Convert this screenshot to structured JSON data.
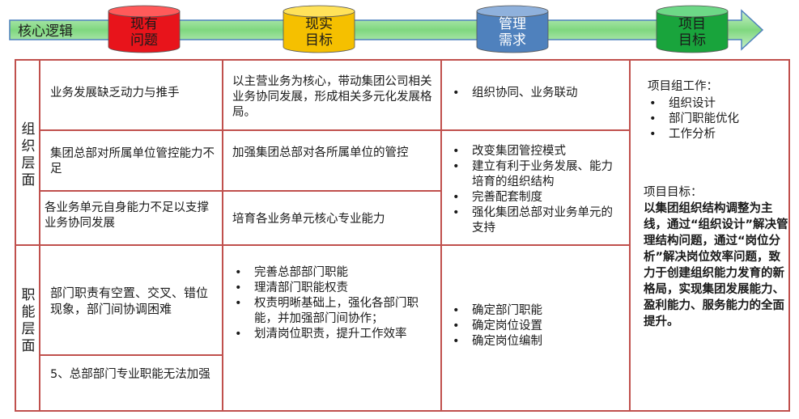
{
  "arrow": {
    "label": "核心逻辑"
  },
  "stages": [
    {
      "label": "现有\n问题",
      "color": "#e8141b",
      "top": "#ff5a5a",
      "text": "#1a1a1a"
    },
    {
      "label": "现实\n目标",
      "color": "#f5c000",
      "top": "#ffe25a",
      "text": "#1a1a1a"
    },
    {
      "label": "管理\n需求",
      "color": "#4f81bd",
      "top": "#8fb1dc",
      "text": "#ffffff"
    },
    {
      "label": "项目\n目标",
      "color": "#19a43c",
      "top": "#6dd887",
      "text": "#1a1a1a"
    }
  ],
  "layers": {
    "org": "组织层面",
    "func": "职能层面"
  },
  "problems": [
    "业务发展缺乏动力与推手",
    "集团总部对所属单位管控能力不足",
    "各业务单元自身能力不足以支撑业务协同发展",
    "部门职责有空置、交叉、错位现象，部门间协调困难",
    "5、总部部门专业职能无法加强"
  ],
  "goals": [
    "以主营业务为核心，带动集团公司相关业务协同发展，形成相关多元化发展格局。",
    "加强集团总部对各所属单位的管控",
    "培育各业务单元核心专业能力"
  ],
  "func_goals": [
    "完善总部部门职能",
    "理清部门职能权责",
    "权责明晰基础上，强化各部门职能，并加强部门间协作；",
    "划清岗位职责，提升工作效率"
  ],
  "needs_1": [
    "组织协同、业务联动"
  ],
  "needs_2": [
    "改变集团管控模式",
    "建立有利于业务发展、能力培育的组织结构",
    "完善配套制度",
    "强化集团总部对业务单元的支持"
  ],
  "needs_3": [
    "确定部门职能",
    "确定岗位设置",
    "确定岗位编制"
  ],
  "project": {
    "work_title": "项目组工作：",
    "work_items": [
      "组织设计",
      "部门职能优化",
      "工作分析"
    ],
    "goal_title": "项目目标：",
    "goal_text": "以集团组织结构调整为主线，通过“组织设计”解决管理结构问题，通过“岗位分析”解决岗位效率问题，致力于创建组织能力发育的新格局，实现集团发展能力、盈利能力、服务能力的全面提升。"
  }
}
